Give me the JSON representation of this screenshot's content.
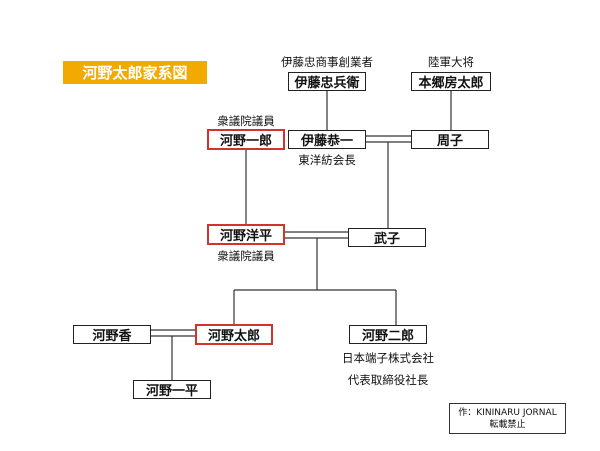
{
  "title": "河野太郎家系図",
  "people": {
    "ito_chubee": "伊藤忠兵衛",
    "hongo_fusataro": "本郷房太郎",
    "kono_ichiro": "河野一郎",
    "ito_kyoichi": "伊藤恭一",
    "shuko": "周子",
    "kono_yohei": "河野洋平",
    "takeko": "武子",
    "kono_kaori": "河野香",
    "kono_taro": "河野太郎",
    "kono_jiro": "河野二郎",
    "kono_ippei": "河野一平"
  },
  "notes": {
    "ito_chubee_note": "伊藤忠商事創業者",
    "hongo_note": "陸軍大将",
    "kono_ichiro_note": "衆議院議員",
    "ito_kyoichi_note": "東洋紡会長",
    "kono_yohei_note": "衆議院議員",
    "kono_jiro_note_1": "日本端子株式会社",
    "kono_jiro_note_2": "代表取締役社長"
  },
  "credit": {
    "author": "作：KININARU JORNAL",
    "rights": "転載禁止"
  },
  "colors": {
    "title_bg": "#f2a900",
    "highlight_border": "#d2332b"
  }
}
